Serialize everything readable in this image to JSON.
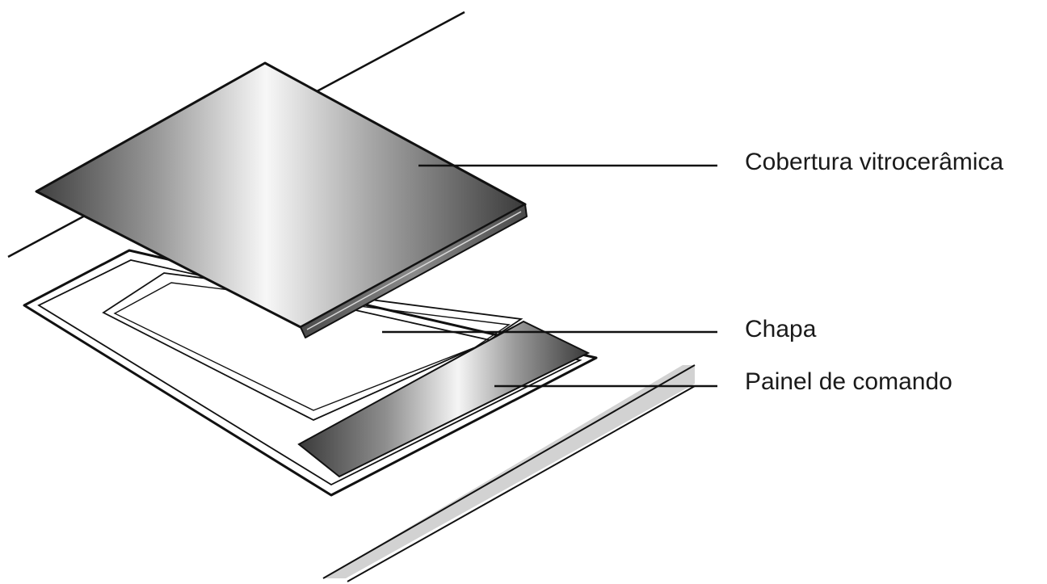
{
  "labels": {
    "cover": "Cobertura vitrocerâmica",
    "plate": "Chapa",
    "panel": "Painel de comando"
  },
  "colors": {
    "line": "#111111",
    "metal_dark": "#3c3c3c",
    "metal_light": "#f4f4f4",
    "counter_edge": "#cfcfcf"
  }
}
